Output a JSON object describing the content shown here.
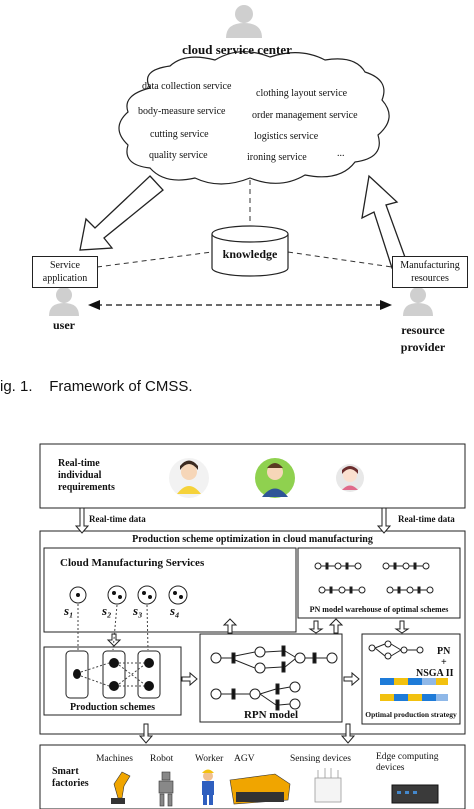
{
  "fig1": {
    "cloud_center": "cloud service center",
    "services": [
      "data collection service",
      "clothing layout service",
      "body-measure service",
      "order management service",
      "cutting service",
      "logistics service",
      "quality service",
      "ironing service",
      "..."
    ],
    "knowledge": "knowledge",
    "service_application": [
      "Service",
      "application"
    ],
    "manufacturing_resources": [
      "Manufacturing",
      "resources"
    ],
    "user": "user",
    "resource_provider": [
      "resource",
      "provider"
    ],
    "caption": "ig. 1.    Framework of CMSS."
  },
  "fig2": {
    "requirements": [
      "Real-time",
      "individual",
      "requirements"
    ],
    "realtime_data_left": "Real-time data",
    "realtime_data_right": "Real-time data",
    "optimization_title": "Production scheme optimization in cloud manufacturing",
    "cms_title": "Cloud Manufacturing Services",
    "s_labels": [
      "s₁",
      "s₂",
      "s₃",
      "s₄"
    ],
    "pn_warehouse": "PN model warehouse of optimal schemes",
    "production_schemes": "Production schemes",
    "rpn_model": "RPN model",
    "optimal_strategy": "Optimal production strategy",
    "pn": "PN",
    "plus": "+",
    "nsga": "NSGA II",
    "smart_factories": [
      "Smart",
      "factories"
    ],
    "machines": "Machines",
    "robot": "Robot",
    "worker": "Worker",
    "agv": "AGV",
    "sensing": "Sensing devices",
    "edge": [
      "Edge computing",
      "devices"
    ]
  }
}
